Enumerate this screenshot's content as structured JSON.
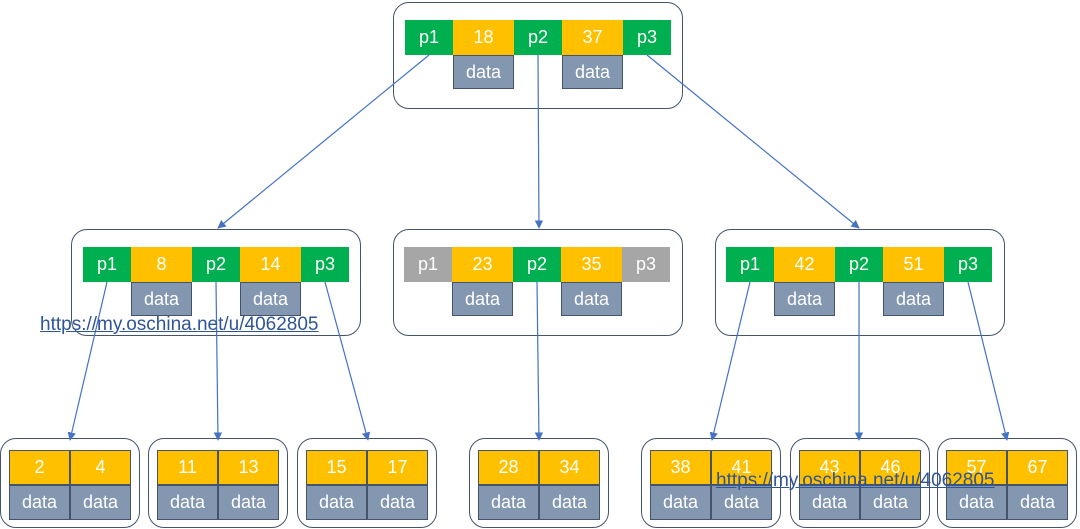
{
  "colors": {
    "pointer": "#00b050",
    "pointer_inactive": "#a6a6a6",
    "key": "#ffc000",
    "data": "#8497b0",
    "border": "#44546a",
    "edge": "#4472c4"
  },
  "root": {
    "cells": [
      {
        "type": "ptr",
        "text": "p1"
      },
      {
        "type": "key",
        "text": "18"
      },
      {
        "type": "ptr",
        "text": "p2"
      },
      {
        "type": "key",
        "text": "37"
      },
      {
        "type": "ptr",
        "text": "p3"
      }
    ],
    "data_label": "data"
  },
  "level2": [
    {
      "cells": [
        {
          "type": "ptr",
          "text": "p1"
        },
        {
          "type": "key",
          "text": "8"
        },
        {
          "type": "ptr",
          "text": "p2"
        },
        {
          "type": "key",
          "text": "14"
        },
        {
          "type": "ptr",
          "text": "p3"
        }
      ],
      "data_label": "data"
    },
    {
      "cells": [
        {
          "type": "ptr-off",
          "text": "p1"
        },
        {
          "type": "key",
          "text": "23"
        },
        {
          "type": "ptr",
          "text": "p2"
        },
        {
          "type": "key",
          "text": "35"
        },
        {
          "type": "ptr-off",
          "text": "p3"
        }
      ],
      "data_label": "data"
    },
    {
      "cells": [
        {
          "type": "ptr",
          "text": "p1"
        },
        {
          "type": "key",
          "text": "42"
        },
        {
          "type": "ptr",
          "text": "p2"
        },
        {
          "type": "key",
          "text": "51"
        },
        {
          "type": "ptr",
          "text": "p3"
        }
      ],
      "data_label": "data"
    }
  ],
  "leaves": [
    {
      "keys": [
        "2",
        "4"
      ],
      "data": [
        "data",
        "data"
      ]
    },
    {
      "keys": [
        "11",
        "13"
      ],
      "data": [
        "data",
        "data"
      ]
    },
    {
      "keys": [
        "15",
        "17"
      ],
      "data": [
        "data",
        "data"
      ]
    },
    {
      "keys": [
        "28",
        "34"
      ],
      "data": [
        "data",
        "data"
      ]
    },
    {
      "keys": [
        "38",
        "41"
      ],
      "data": [
        "data",
        "data"
      ]
    },
    {
      "keys": [
        "43",
        "46"
      ],
      "data": [
        "data",
        "data"
      ]
    },
    {
      "keys": [
        "57",
        "67"
      ],
      "data": [
        "data",
        "data"
      ]
    }
  ],
  "watermarks": [
    "https://my.oschina.net/u/4062805",
    "https://my.oschina.net/u/4062805"
  ]
}
